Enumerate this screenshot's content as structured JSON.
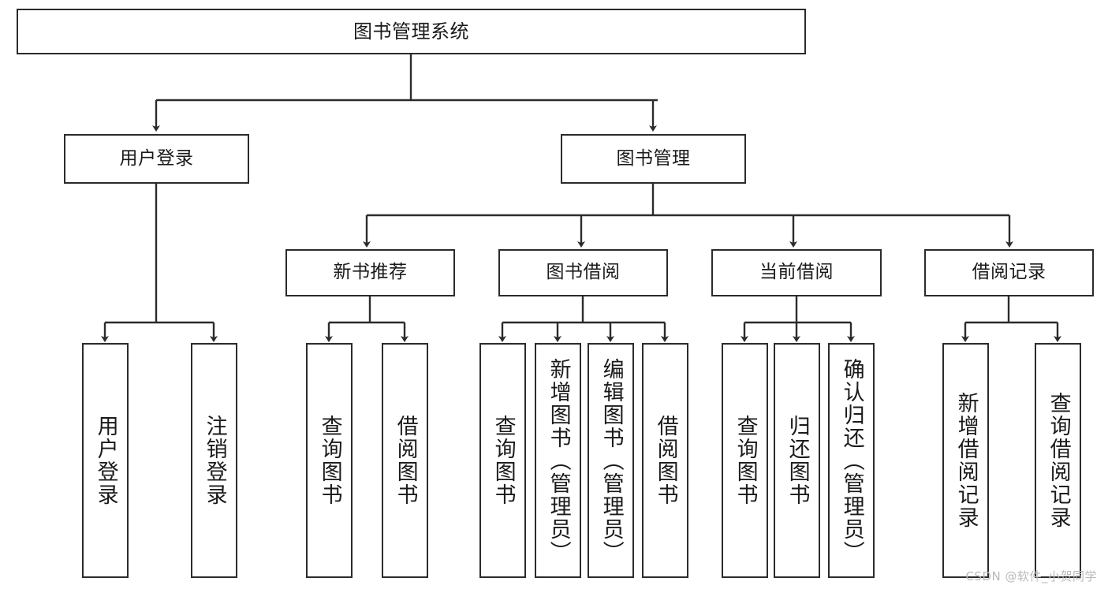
{
  "diagram": {
    "title": "图书管理系统",
    "watermark": "CSDN @软件_小贺同学",
    "colors": {
      "box_border": "#2b2b2b",
      "box_fill": "#ffffff",
      "connector": "#2b2b2b",
      "text": "#1a1a1a",
      "watermark": "#b9b9b9"
    },
    "nodes": {
      "root": {
        "label": "图书管理系统"
      },
      "level2": [
        {
          "label": "用户登录"
        },
        {
          "label": "图书管理"
        }
      ],
      "level3": [
        {
          "label": "新书推荐"
        },
        {
          "label": "图书借阅"
        },
        {
          "label": "当前借阅"
        },
        {
          "label": "借阅记录"
        }
      ],
      "leaves": {
        "user_login": [
          {
            "label": "用户登录"
          },
          {
            "label": "注销登录"
          }
        ],
        "new_book_recommend": [
          {
            "label": "查询图书"
          },
          {
            "label": "借阅图书"
          }
        ],
        "book_borrow": [
          {
            "label": "查询图书"
          },
          {
            "label": "新增图书（管理员）"
          },
          {
            "label": "编辑图书（管理员）"
          },
          {
            "label": "借阅图书"
          }
        ],
        "current_borrow": [
          {
            "label": "查询图书"
          },
          {
            "label": "归还图书"
          },
          {
            "label": "确认归还（管理员）"
          }
        ],
        "borrow_record": [
          {
            "label": "新增借阅记录"
          },
          {
            "label": "查询借阅记录"
          }
        ]
      }
    }
  }
}
